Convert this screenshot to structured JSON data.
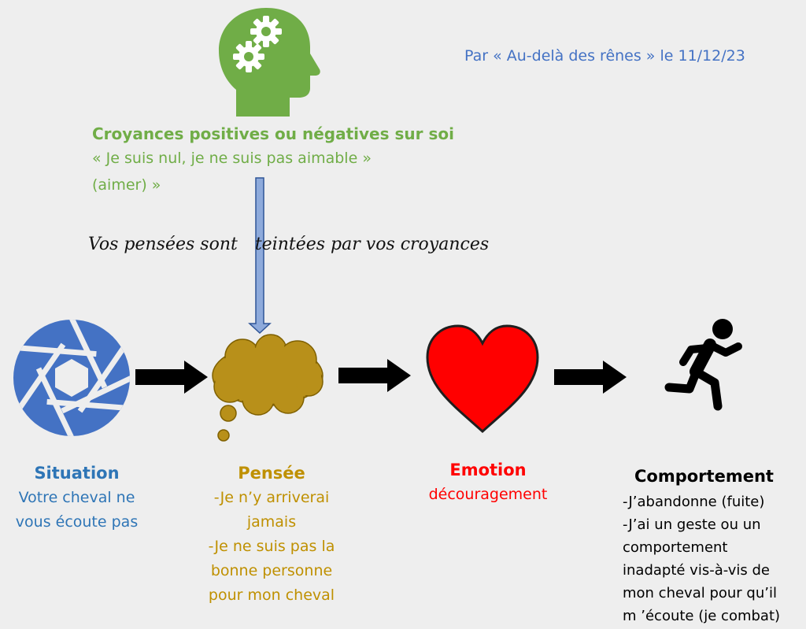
{
  "credit": "Par « Au-delà des rênes » le 11/12/23",
  "belief": {
    "title": "Croyances positives ou négatives sur soi",
    "line1": "« Je suis nul, je ne suis pas aimable »",
    "line2": "(aimer) »"
  },
  "thoughts_note": {
    "part1": "Vos pensées sont",
    "part2": "teintées par vos croyances"
  },
  "situation": {
    "title": "Situation",
    "line1": "Votre cheval ne",
    "line2": "vous écoute pas"
  },
  "pensee": {
    "title": "Pensée",
    "lines": [
      "-Je n’y arriverai",
      "jamais",
      "-Je ne suis pas la",
      "bonne personne",
      "pour mon cheval"
    ]
  },
  "emotion": {
    "title": "Emotion",
    "line1": "découragement"
  },
  "comportement": {
    "title": "Comportement",
    "lines": [
      "-J’abandonne (fuite)",
      "-J’ai un geste ou un",
      "comportement",
      "inadapté vis-à-vis de",
      "mon cheval pour qu’il",
      "m ’écoute (je combat)"
    ]
  },
  "colors": {
    "blue": "#2e75b6",
    "credit_blue": "#4472c4",
    "green": "#70ad47",
    "gold": "#bf9000",
    "cloud": "#b8901a",
    "red": "#ff0000",
    "arrow_blue": "#8eaadb",
    "black": "#000000"
  },
  "icons": [
    "head-gears-icon",
    "camera-aperture-icon",
    "thought-cloud-icon",
    "heart-icon",
    "running-person-icon"
  ]
}
